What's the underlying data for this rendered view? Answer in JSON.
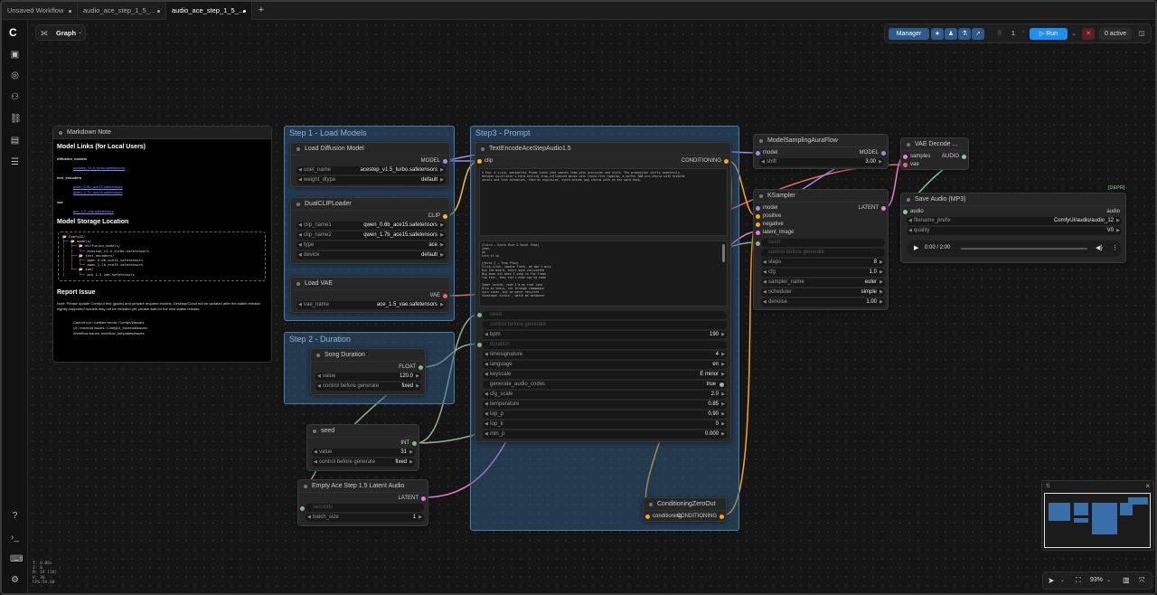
{
  "tabs": [
    {
      "label": "Unsaved Workflow"
    },
    {
      "label": "audio_ace_step_1_5_..."
    },
    {
      "label": "audio_ace_step_1_5_..."
    }
  ],
  "toolbar": {
    "graph_label": "Graph",
    "manager_label": "Manager",
    "queue_count": "1",
    "run_label": "Run",
    "active_label": "0 active"
  },
  "stats": {
    "line1": "T: 0.00s",
    "line2": "I: 0",
    "line3": "N: 18 [18]",
    "line4": "V: 30",
    "line5": "FPS:59.88"
  },
  "groups": {
    "step1": "Step 1 - Load Models",
    "step2": "Step 2 - Duration",
    "step3": "Step3 - Prompt"
  },
  "markdown": {
    "title": "Markdown Note",
    "h_links": "Model Links (for Local Users)",
    "diffusion_models": "diffusion_models",
    "dm_file": "acestep_v1.5_turbo.safetensors",
    "text_encoders": "text_encoders",
    "te_file1": "qwen_0.6b_ace15.safetensors",
    "te_file2": "qwen_1.7b_ace15.safetensors",
    "vae": "vae",
    "vae_file": "ace_1.5_vae.safetensors",
    "h_storage": "Model Storage Location",
    "tree": "📂 ComfyUI/\n├── 📂 models/\n│   ├── 📂 diffusion_models/\n│   │   └── acestep_v1.5_turbo.safetensors\n│   ├── 📂 text_encoders/\n│   │   ├── qwen_0.6b_ace15.safetensors\n│   │   └── qwen_1.7b_ace15.safetensors\n│   └── 📂 vae/\n│       └── ace_1.5_vae.safetensors",
    "h_report": "Report Issue",
    "note": "Note: Please update ComfyUI first (guide) and prepare required models. Desktop/Cloud will be updated after the stable release; nightly-supported models may not be included yet, please wait for the next stable release.",
    "b1": "Cannot run / runtime errors: ComfyUI/issues",
    "b2": "UI / frontend issues: ComfyUI_frontend/issues",
    "b3": "Workflow issues: workflow_templates/issues"
  },
  "nodes": {
    "load_diffusion": {
      "title": "Load Diffusion Model",
      "out": "MODEL",
      "unet_label": "unet_name",
      "unet_value": "acestep_v1.5_turbo.safetensors",
      "dtype_label": "weight_dtype",
      "dtype_value": "default"
    },
    "dualclip": {
      "title": "DualCLIPLoader",
      "out": "CLIP",
      "c1_label": "clip_name1",
      "c1_value": "qwen_0.6b_ace15.safetensors",
      "c2_label": "clip_name2",
      "c2_value": "qwen_1.7b_ace15.safetensors",
      "type_label": "type",
      "type_value": "ace",
      "device_label": "device",
      "device_value": "default"
    },
    "loadvae": {
      "title": "Load VAE",
      "out": "VAE",
      "vae_label": "vae_name",
      "vae_value": "ace_1.5_vae.safetensors"
    },
    "duration": {
      "title": "Song Duration",
      "out": "FLOAT",
      "value_label": "value",
      "value": "120.0",
      "ctrl_label": "control before generate",
      "ctrl_value": "fixed"
    },
    "seed": {
      "title": "seed",
      "out": "INT",
      "value_label": "value",
      "value": "31",
      "ctrl_label": "control before generate",
      "ctrl_value": "fixed"
    },
    "latent": {
      "title": "Empty Ace Step 1.5 Latent Audio",
      "out": "LATENT",
      "seconds": "seconds",
      "batch_label": "batch_size",
      "batch_value": "1"
    },
    "textenc": {
      "title": "TextEncodeAceStepAudio1.5",
      "in": "clip",
      "out": "CONDITIONING",
      "tags": "A Pop: A slick, maximalist Promo track that weaves them with precision and style. The production shifts seamlessly\nbetween oscillator's hard-hitting trap-influenced mixes with round-fire rapping, a softer R&B pre-chorus with breathe\nvocals and lush harmonies, then an explosive, synth-driven pop chorus with an ear worm hook.",
      "lyrics": "[Intro — Synth Rise & Vocal Chop]\nyeah—\noh\nturn it up\n\n[Verse 1 — Trap Flow]\nClick-click, camera flash, we don't miss\nRun the board, every move calculated\nBig bass hit when I step in the frame\nTop tier, they can't even say my name\n\nSober locked, yeah I'm on that lane\nDrip so sharp, cut through champagne\nSpin clean, but we never hesitate\nCountdown tickin', watch me detonate",
      "seed_lbl": "seed",
      "ctrl_lbl": "control before generate",
      "bpm_label": "bpm",
      "bpm_value": "190",
      "duration_lbl": "duration",
      "ts_label": "timesignature",
      "ts_value": "4",
      "lang_label": "language",
      "lang_value": "en",
      "key_label": "keyscale",
      "key_value": "E minor",
      "gac_label": "generate_audio_codes",
      "gac_value": "true",
      "cfg_label": "cfg_scale",
      "cfg_value": "2.0",
      "temp_label": "temperature",
      "temp_value": "0.85",
      "topp_label": "top_p",
      "topp_value": "0.90",
      "topk_label": "top_k",
      "topk_value": "0",
      "minp_label": "min_p",
      "minp_value": "0.000"
    },
    "aura": {
      "title": "ModelSamplingAuraFlow",
      "in": "model",
      "out": "MODEL",
      "shift_label": "shift",
      "shift_value": "3.00"
    },
    "ksampler": {
      "title": "KSampler",
      "in1": "model",
      "in2": "positive",
      "in3": "negative",
      "in4": "latent_image",
      "out": "LATENT",
      "seed_lbl": "seed",
      "ctrl_lbl": "control before generate",
      "steps_label": "steps",
      "steps_value": "8",
      "cfg_label": "cfg",
      "cfg_value": "1.0",
      "sampler_label": "sampler_name",
      "sampler_value": "euler",
      "sched_label": "scheduler",
      "sched_value": "simple",
      "denoise_label": "denoise",
      "denoise_value": "1.00"
    },
    "vaedecode": {
      "title": "VAE Decode ...",
      "in1": "samples",
      "in2": "vae",
      "out": "AUDIO"
    },
    "saveaudio": {
      "title": "Save Audio (MP3)",
      "badge": "[DEPR]",
      "in": "audio",
      "in_right": "audio",
      "prefix_label": "filename_prefix",
      "prefix_value": "ComfyUI/audio/audio_12",
      "quality_label": "quality",
      "quality_value": "V0",
      "time": "0:00 / 2:00"
    },
    "czero": {
      "title": "ConditioningZeroOut",
      "in": "conditioning",
      "out": "CONDITIONING"
    }
  },
  "zoom": "93%"
}
